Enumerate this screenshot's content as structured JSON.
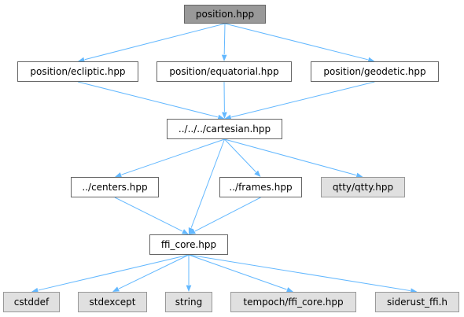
{
  "nodes": {
    "position_hpp": {
      "label": "position.hpp"
    },
    "ecliptic": {
      "label": "position/ecliptic.hpp"
    },
    "equatorial": {
      "label": "position/equatorial.hpp"
    },
    "geodetic": {
      "label": "position/geodetic.hpp"
    },
    "cartesian": {
      "label": "../../../cartesian.hpp"
    },
    "centers": {
      "label": "../centers.hpp"
    },
    "frames": {
      "label": "../frames.hpp"
    },
    "qtty": {
      "label": "qtty/qtty.hpp"
    },
    "ffi_core": {
      "label": "ffi_core.hpp"
    },
    "cstddef": {
      "label": "cstddef"
    },
    "stdexcept": {
      "label": "stdexcept"
    },
    "string": {
      "label": "string"
    },
    "tempoch": {
      "label": "tempoch/ffi_core.hpp"
    },
    "siderust": {
      "label": "siderust_ffi.h"
    }
  },
  "edges": [
    [
      "position_hpp",
      "ecliptic"
    ],
    [
      "position_hpp",
      "equatorial"
    ],
    [
      "position_hpp",
      "geodetic"
    ],
    [
      "ecliptic",
      "cartesian"
    ],
    [
      "equatorial",
      "cartesian"
    ],
    [
      "geodetic",
      "cartesian"
    ],
    [
      "cartesian",
      "centers"
    ],
    [
      "cartesian",
      "frames"
    ],
    [
      "cartesian",
      "qtty"
    ],
    [
      "cartesian",
      "ffi_core"
    ],
    [
      "centers",
      "ffi_core"
    ],
    [
      "frames",
      "ffi_core"
    ],
    [
      "ffi_core",
      "cstddef"
    ],
    [
      "ffi_core",
      "stdexcept"
    ],
    [
      "ffi_core",
      "string"
    ],
    [
      "ffi_core",
      "tempoch"
    ],
    [
      "ffi_core",
      "siderust"
    ]
  ],
  "colors": {
    "edge": "#63b8ff",
    "root_fill": "#999999",
    "external_fill": "#e0e0e0",
    "border": "#666666"
  }
}
